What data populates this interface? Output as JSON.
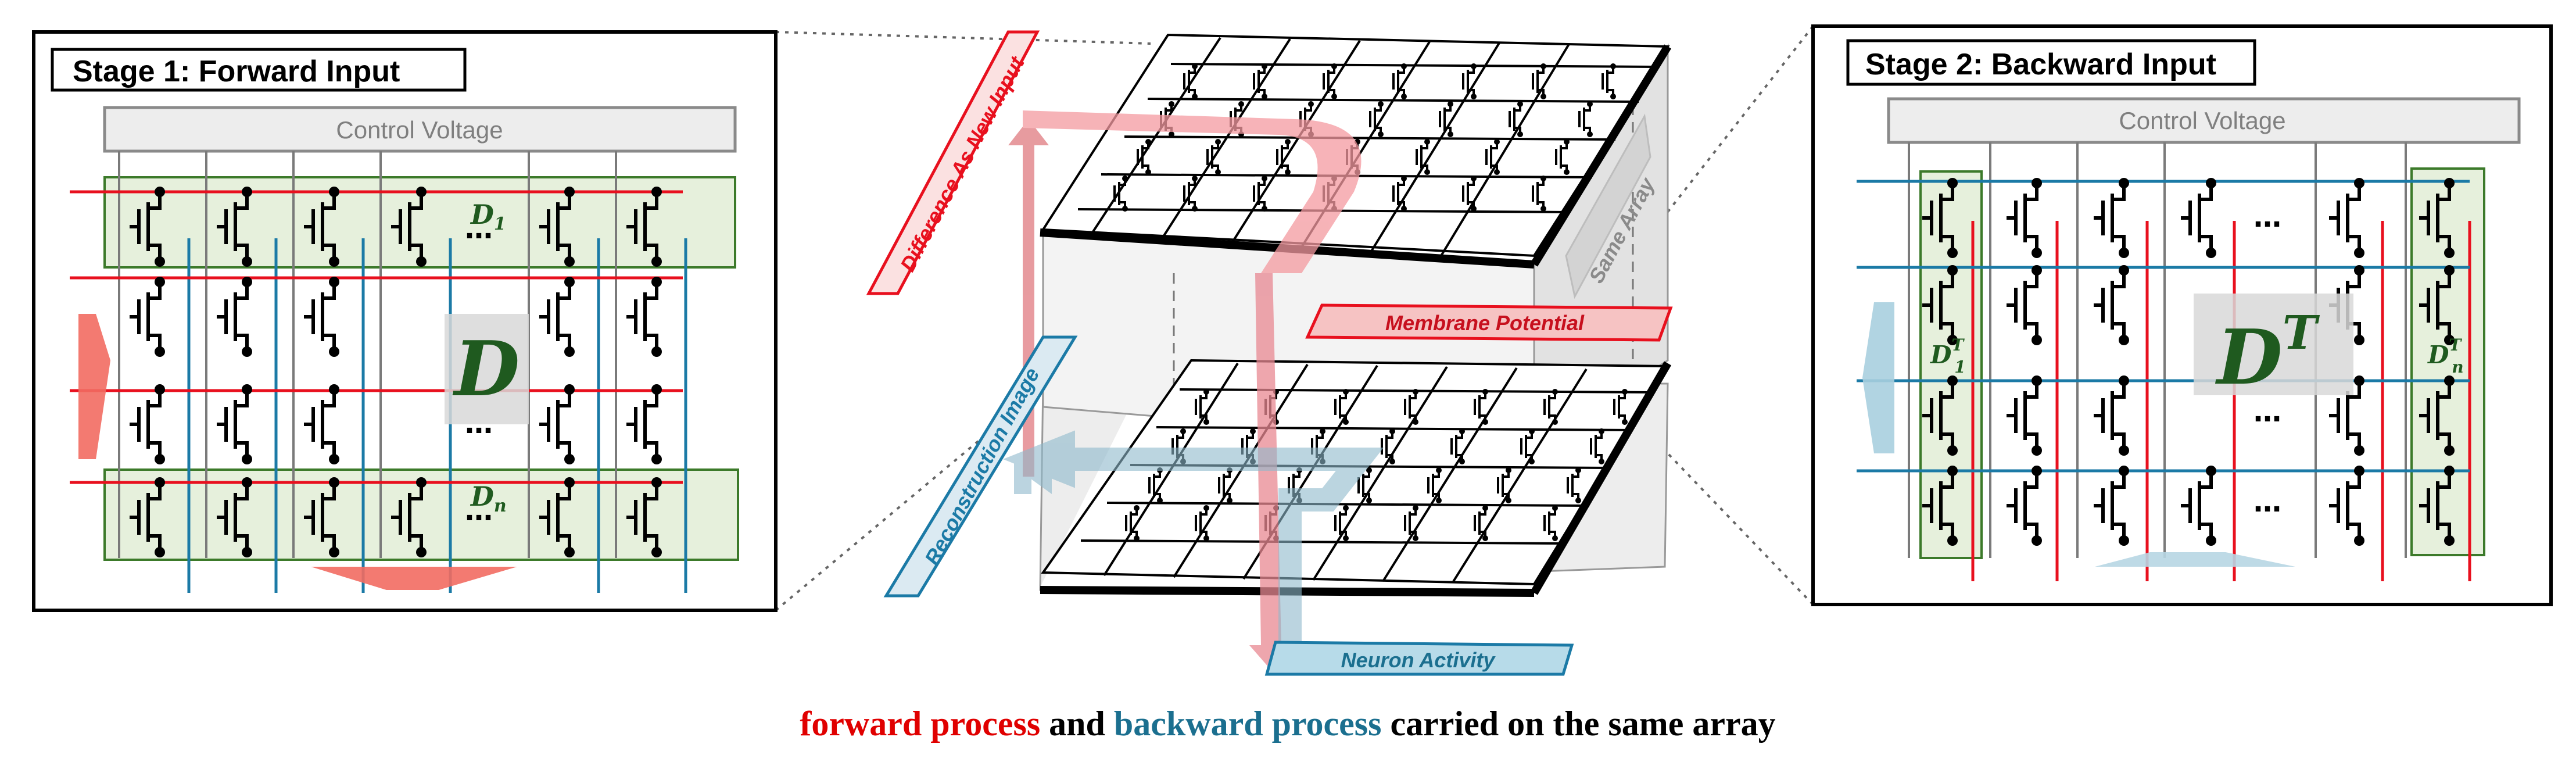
{
  "stage1": {
    "title": "Stage 1: Forward Input",
    "control_voltage": "Control Voltage",
    "matrix_symbol": "D",
    "row_first": "D",
    "row_first_sub": "1",
    "row_last": "D",
    "row_last_sub": "n"
  },
  "stage2": {
    "title": "Stage 2: Backward Input",
    "control_voltage": "Control Voltage",
    "matrix_symbol": "D",
    "matrix_sup": "T",
    "col_first": "D",
    "col_first_sub": "1",
    "col_first_sup": "T",
    "col_last": "D",
    "col_last_sub": "n",
    "col_last_sup": "T",
    "ellipsis": "…"
  },
  "center": {
    "label_difference": "Difference As New Input",
    "label_membrane": "Membrane Potential",
    "label_same_array": "Same Array",
    "label_reconstruction": "Reconstruction Image",
    "label_neuron": "Neuron Activity"
  },
  "caption": {
    "part1": "forward process",
    "part2": " and ",
    "part3": "backward process",
    "part4": " carried on the same array"
  },
  "colors": {
    "red": "#e8101e",
    "blue": "#1b7aa6",
    "green_fill": "#e6f0dc",
    "green_stroke": "#3c7a2a",
    "caption_red": "#e00000",
    "caption_blue": "#1b6f8f"
  }
}
